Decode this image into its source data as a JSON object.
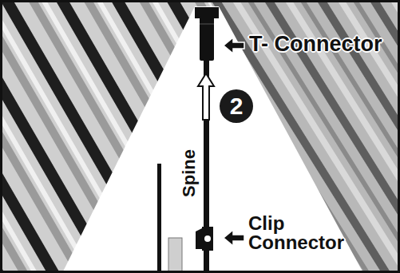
{
  "diagram": {
    "nodes": [
      {
        "text": [
          "2"
        ]
      }
    ],
    "labels": [
      "T- Connector",
      "Spine",
      "Clip Connector"
    ]
  }
}
